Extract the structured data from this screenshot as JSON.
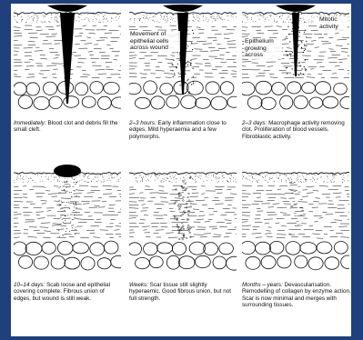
{
  "panels": [
    {
      "id": "p1",
      "time": "Immediately:",
      "text": "Blood clot and debris fill the small cleft.",
      "labels": []
    },
    {
      "id": "p2",
      "time": "2–3 hours:",
      "text": "Early inflammation close to edges. Mild hyperaemia and a few polymorphs.",
      "labels": [
        "Movement of epithelial cells across wound"
      ]
    },
    {
      "id": "p3",
      "time": "2–3 days:",
      "text": "Macrophage activity removing clot. Proliferation of blood vessels. Fibroblastic activity.",
      "labels": [
        "Epithelium growing across",
        "Mitotic activity"
      ]
    },
    {
      "id": "p4",
      "time": "10–14 days:",
      "text": "Scab loose and epithelial covering complete. Fibrous union of edges, but wound is still weak.",
      "labels": []
    },
    {
      "id": "p5",
      "time": "Weeks:",
      "text": "Scar tissue still slightly hyperaemic. Good fibrous union, but not full strength.",
      "labels": []
    },
    {
      "id": "p6",
      "time": "Months – years:",
      "text": "Devascularisation. Remodelling of collagen by enzyme action. Scar is now minimal and merges with surrounding tissues.",
      "labels": []
    }
  ]
}
